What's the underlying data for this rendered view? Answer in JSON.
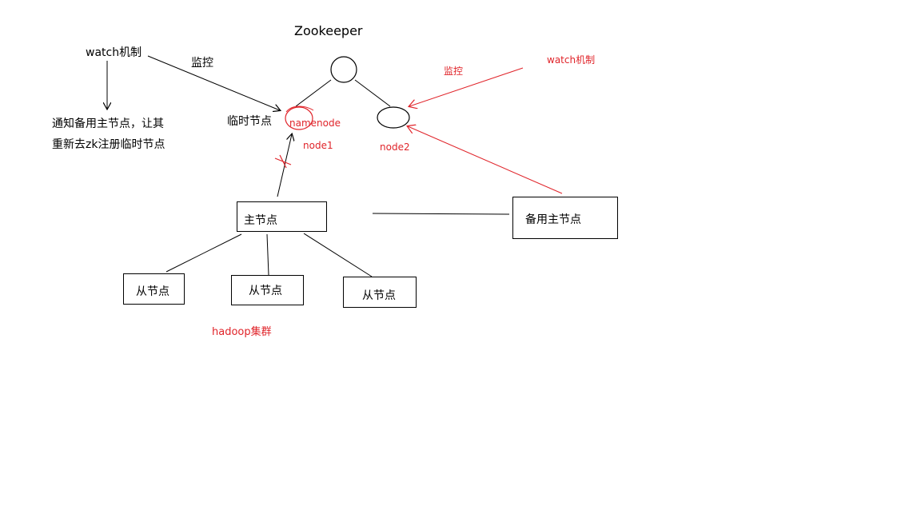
{
  "title": "Zookeeper",
  "watch_mechanism_black": "watch机制",
  "monitor_black": "监控",
  "notify_text": "通知备用主节点，让其重新去zk注册临时节点",
  "temp_node_label": "临时节点",
  "namenode_label": "namenode",
  "node1_label": "node1",
  "node2_label": "node2",
  "monitor_red": "监控",
  "watch_mechanism_red": "watch机制",
  "master_node": "主节点",
  "standby_master_node": "备用主节点",
  "slave_nodes": [
    "从节点",
    "从节点",
    "从节点"
  ],
  "cluster_label": "hadoop集群",
  "colors": {
    "annotation_red": "#e0242a",
    "line_black": "#000000"
  }
}
